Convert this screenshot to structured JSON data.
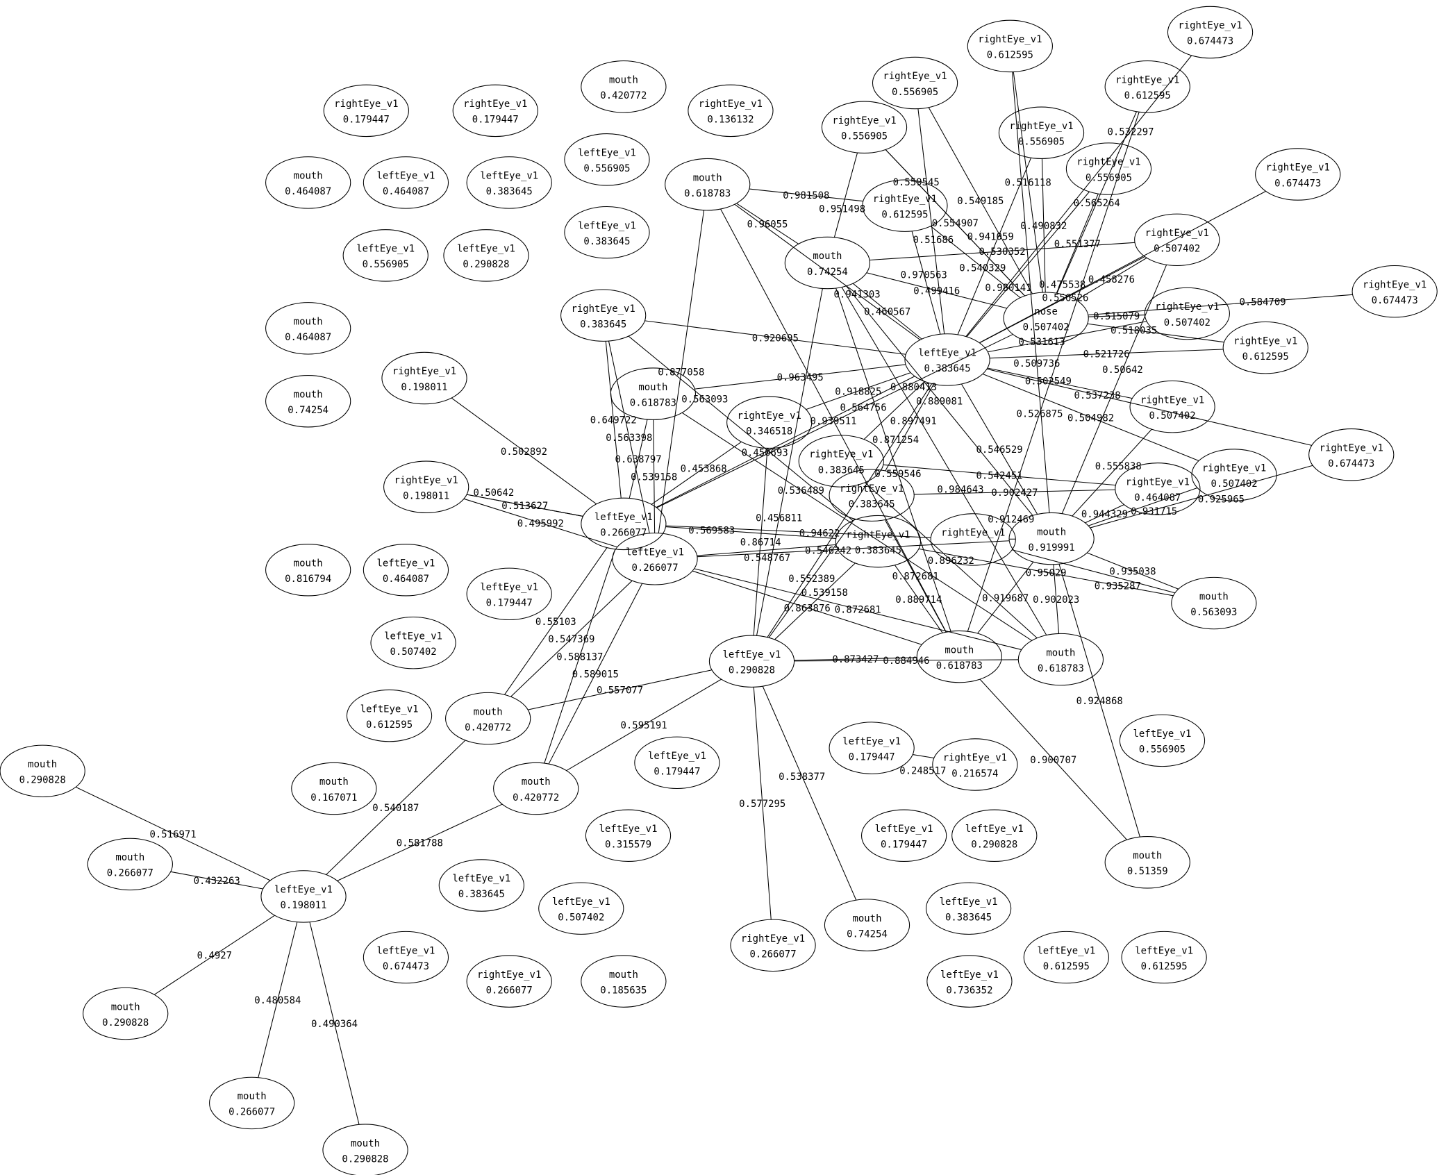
{
  "graph": {
    "colors": {
      "stroke": "#000000",
      "background": "#ffffff",
      "text": "#000000"
    },
    "nodes": [
      {
        "id": 1,
        "label": "rightEye_v1",
        "value": "0.612595"
      },
      {
        "id": 2,
        "label": "rightEye_v1",
        "value": "0.674473"
      },
      {
        "id": 3,
        "label": "rightEye_v1",
        "value": "0.556905"
      },
      {
        "id": 4,
        "label": "rightEye_v1",
        "value": "0.612595"
      },
      {
        "id": 5,
        "label": "mouth",
        "value": "0.420772"
      },
      {
        "id": 6,
        "label": "rightEye_v1",
        "value": "0.179447"
      },
      {
        "id": 7,
        "label": "rightEye_v1",
        "value": "0.179447"
      },
      {
        "id": 8,
        "label": "rightEye_v1",
        "value": "0.136132"
      },
      {
        "id": 9,
        "label": "rightEye_v1",
        "value": "0.556905"
      },
      {
        "id": 10,
        "label": "rightEye_v1",
        "value": "0.556905"
      },
      {
        "id": 11,
        "label": "leftEye_v1",
        "value": "0.556905"
      },
      {
        "id": 12,
        "label": "mouth",
        "value": "0.464087"
      },
      {
        "id": 13,
        "label": "leftEye_v1",
        "value": "0.464087"
      },
      {
        "id": 14,
        "label": "leftEye_v1",
        "value": "0.383645"
      },
      {
        "id": 15,
        "label": "mouth",
        "value": "0.618783"
      },
      {
        "id": 16,
        "label": "rightEye_v1",
        "value": "0.556905"
      },
      {
        "id": 17,
        "label": "rightEye_v1",
        "value": "0.674473"
      },
      {
        "id": 18,
        "label": "rightEye_v1",
        "value": "0.612595"
      },
      {
        "id": 19,
        "label": "leftEye_v1",
        "value": "0.383645"
      },
      {
        "id": 20,
        "label": "leftEye_v1",
        "value": "0.556905"
      },
      {
        "id": 21,
        "label": "leftEye_v1",
        "value": "0.290828"
      },
      {
        "id": 22,
        "label": "rightEye_v1",
        "value": "0.507402"
      },
      {
        "id": 23,
        "label": "mouth",
        "value": "0.74254"
      },
      {
        "id": 24,
        "label": "rightEye_v1",
        "value": "0.674473"
      },
      {
        "id": 25,
        "label": "nose",
        "value": "0.507402"
      },
      {
        "id": 26,
        "label": "rightEye_v1",
        "value": "0.507402"
      },
      {
        "id": 27,
        "label": "rightEye_v1",
        "value": "0.383645"
      },
      {
        "id": 28,
        "label": "mouth",
        "value": "0.464087"
      },
      {
        "id": 29,
        "label": "rightEye_v1",
        "value": "0.612595"
      },
      {
        "id": 30,
        "label": "leftEye_v1",
        "value": "0.383645"
      },
      {
        "id": 31,
        "label": "rightEye_v1",
        "value": "0.198011"
      },
      {
        "id": 32,
        "label": "mouth",
        "value": "0.618783"
      },
      {
        "id": 33,
        "label": "mouth",
        "value": "0.74254"
      },
      {
        "id": 34,
        "label": "rightEye_v1",
        "value": "0.507402"
      },
      {
        "id": 35,
        "label": "rightEye_v1",
        "value": "0.346518"
      },
      {
        "id": 36,
        "label": "rightEye_v1",
        "value": "0.674473"
      },
      {
        "id": 37,
        "label": "rightEye_v1",
        "value": "0.383645"
      },
      {
        "id": 38,
        "label": "rightEye_v1",
        "value": "0.507402"
      },
      {
        "id": 39,
        "label": "rightEye_v1",
        "value": "0.464087"
      },
      {
        "id": 40,
        "label": "rightEye_v1",
        "value": "0.198011"
      },
      {
        "id": 41,
        "label": "rightEye_v1",
        "value": "0.383645"
      },
      {
        "id": 42,
        "label": "leftEye_v1",
        "value": "0.266077"
      },
      {
        "id": 43,
        "label": "mouth",
        "value": "0.919991"
      },
      {
        "id": 44,
        "label": "rightEye_v1",
        "value": "0.383645"
      },
      {
        "id": 45,
        "label": "rightEye_v1",
        "value": ""
      },
      {
        "id": 46,
        "label": "leftEye_v1",
        "value": "0.266077"
      },
      {
        "id": 47,
        "label": "mouth",
        "value": "0.816794"
      },
      {
        "id": 48,
        "label": "leftEye_v1",
        "value": "0.464087"
      },
      {
        "id": 49,
        "label": "leftEye_v1",
        "value": "0.179447"
      },
      {
        "id": 50,
        "label": "mouth",
        "value": "0.563093"
      },
      {
        "id": 51,
        "label": "leftEye_v1",
        "value": "0.507402"
      },
      {
        "id": 52,
        "label": "mouth",
        "value": "0.618783"
      },
      {
        "id": 53,
        "label": "mouth",
        "value": "0.618783"
      },
      {
        "id": 54,
        "label": "leftEye_v1",
        "value": "0.290828"
      },
      {
        "id": 55,
        "label": "leftEye_v1",
        "value": "0.612595"
      },
      {
        "id": 56,
        "label": "mouth",
        "value": "0.420772"
      },
      {
        "id": 57,
        "label": "leftEye_v1",
        "value": "0.556905"
      },
      {
        "id": 58,
        "label": "leftEye_v1",
        "value": "0.179447"
      },
      {
        "id": 59,
        "label": "rightEye_v1",
        "value": "0.216574"
      },
      {
        "id": 60,
        "label": "leftEye_v1",
        "value": "0.179447"
      },
      {
        "id": 61,
        "label": "mouth",
        "value": "0.290828"
      },
      {
        "id": 62,
        "label": "mouth",
        "value": "0.167071"
      },
      {
        "id": 63,
        "label": "mouth",
        "value": "0.420772"
      },
      {
        "id": 64,
        "label": "leftEye_v1",
        "value": "0.315579"
      },
      {
        "id": 65,
        "label": "leftEye_v1",
        "value": "0.179447"
      },
      {
        "id": 66,
        "label": "leftEye_v1",
        "value": "0.290828"
      },
      {
        "id": 67,
        "label": "mouth",
        "value": "0.266077"
      },
      {
        "id": 68,
        "label": "mouth",
        "value": "0.51359"
      },
      {
        "id": 69,
        "label": "leftEye_v1",
        "value": "0.198011"
      },
      {
        "id": 70,
        "label": "leftEye_v1",
        "value": "0.383645"
      },
      {
        "id": 71,
        "label": "leftEye_v1",
        "value": "0.507402"
      },
      {
        "id": 72,
        "label": "leftEye_v1",
        "value": "0.383645"
      },
      {
        "id": 73,
        "label": "mouth",
        "value": "0.74254"
      },
      {
        "id": 74,
        "label": "rightEye_v1",
        "value": "0.266077"
      },
      {
        "id": 75,
        "label": "leftEye_v1",
        "value": "0.674473"
      },
      {
        "id": 76,
        "label": "leftEye_v1",
        "value": "0.612595"
      },
      {
        "id": 77,
        "label": "leftEye_v1",
        "value": "0.612595"
      },
      {
        "id": 78,
        "label": "rightEye_v1",
        "value": "0.266077"
      },
      {
        "id": 79,
        "label": "mouth",
        "value": "0.185635"
      },
      {
        "id": 80,
        "label": "leftEye_v1",
        "value": "0.736352"
      },
      {
        "id": 81,
        "label": "mouth",
        "value": "0.290828"
      },
      {
        "id": 82,
        "label": "mouth",
        "value": "0.266077"
      },
      {
        "id": 83,
        "label": "mouth",
        "value": "0.290828"
      }
    ],
    "edges": [
      [
        69,
        61,
        "0.516971"
      ],
      [
        69,
        67,
        "0.432263"
      ],
      [
        69,
        81,
        "0.4927"
      ],
      [
        69,
        82,
        "0.480584"
      ],
      [
        69,
        83,
        "0.490364"
      ],
      [
        69,
        56,
        "0.540187"
      ],
      [
        69,
        63,
        "0.581788"
      ],
      [
        56,
        42,
        "0.55103"
      ],
      [
        56,
        46,
        "0.547369"
      ],
      [
        56,
        54,
        "0.557077"
      ],
      [
        63,
        42,
        "0.588137"
      ],
      [
        63,
        46,
        "0.589015"
      ],
      [
        63,
        54,
        "0.595191"
      ],
      [
        54,
        74,
        "0.577295"
      ],
      [
        54,
        73,
        "0.538377"
      ],
      [
        54,
        52,
        "0.873427"
      ],
      [
        54,
        53,
        "0.884946"
      ],
      [
        31,
        42,
        "0.502892"
      ],
      [
        40,
        42,
        "0.513627"
      ],
      [
        40,
        46,
        "0.495992"
      ],
      [
        40,
        42,
        "0.50642"
      ],
      [
        58,
        59,
        "0.248517"
      ],
      [
        15,
        23,
        "0.96055"
      ],
      [
        15,
        18,
        "0.981508"
      ],
      [
        15,
        46,
        "0.877058"
      ],
      [
        15,
        30,
        "0.941303"
      ],
      [
        15,
        52,
        "0.939511"
      ],
      [
        27,
        30,
        "0.920695"
      ],
      [
        27,
        42,
        "0.649722"
      ],
      [
        27,
        46,
        "0.563398"
      ],
      [
        27,
        44,
        "0.563093"
      ],
      [
        32,
        42,
        "0.638797"
      ],
      [
        32,
        46,
        "0.539158"
      ],
      [
        32,
        30,
        "0.963495"
      ],
      [
        32,
        53,
        "0.536489"
      ],
      [
        35,
        42,
        "0.453868"
      ],
      [
        35,
        54,
        "0.86714"
      ],
      [
        35,
        30,
        "0.918825"
      ],
      [
        42,
        44,
        "0.569583"
      ],
      [
        42,
        45,
        "0.94622"
      ],
      [
        42,
        25,
        "0.564756"
      ],
      [
        42,
        30,
        "0.450693"
      ],
      [
        46,
        52,
        "0.863876"
      ],
      [
        46,
        53,
        "0.872681"
      ],
      [
        46,
        44,
        "0.548767"
      ],
      [
        46,
        43,
        "0.546242"
      ],
      [
        54,
        41,
        "0.552389"
      ],
      [
        54,
        44,
        "0.539158"
      ],
      [
        54,
        30,
        "0.871254"
      ],
      [
        54,
        23,
        "0.456811"
      ],
      [
        23,
        25,
        "0.499416"
      ],
      [
        23,
        30,
        "0.460567"
      ],
      [
        23,
        22,
        "0.530352"
      ],
      [
        23,
        9,
        "0.951498"
      ],
      [
        23,
        52,
        "0.559546"
      ],
      [
        23,
        43,
        "0.889081"
      ],
      [
        23,
        53,
        "0.984643"
      ],
      [
        25,
        26,
        "0.515079"
      ],
      [
        25,
        29,
        "0.518035"
      ],
      [
        25,
        24,
        "0.584709"
      ],
      [
        25,
        22,
        "0.458276"
      ],
      [
        25,
        16,
        "0.551377"
      ],
      [
        25,
        4,
        "0.565264"
      ],
      [
        25,
        10,
        "0.490832"
      ],
      [
        25,
        1,
        "0.516118"
      ],
      [
        25,
        3,
        "0.549185"
      ],
      [
        25,
        9,
        "0.554907"
      ],
      [
        30,
        36,
        "0.537238"
      ],
      [
        30,
        34,
        "0.502549"
      ],
      [
        30,
        38,
        "0.504982"
      ],
      [
        30,
        2,
        "0.532297"
      ],
      [
        30,
        17,
        "0.556526"
      ],
      [
        22,
        30,
        "0.475538"
      ],
      [
        22,
        43,
        "0.50642"
      ],
      [
        30,
        26,
        "0.531613"
      ],
      [
        30,
        29,
        "0.521726"
      ],
      [
        43,
        50,
        "0.935038"
      ],
      [
        43,
        39,
        "0.944329"
      ],
      [
        43,
        38,
        "0.931715"
      ],
      [
        43,
        30,
        "0.546529"
      ],
      [
        43,
        52,
        "0.919687"
      ],
      [
        43,
        53,
        "0.902023"
      ],
      [
        43,
        68,
        "0.924868"
      ],
      [
        52,
        68,
        "0.900707"
      ],
      [
        44,
        52,
        "0.889714"
      ],
      [
        44,
        50,
        "0.95029"
      ],
      [
        41,
        39,
        "0.902427"
      ],
      [
        37,
        39,
        "0.542451"
      ],
      [
        45,
        43,
        "0.912469"
      ],
      [
        41,
        30,
        "0.897491"
      ],
      [
        37,
        30,
        "0.880413"
      ],
      [
        18,
        30,
        "0.970563"
      ],
      [
        18,
        25,
        "0.540329"
      ],
      [
        9,
        25,
        "0.559545"
      ],
      [
        3,
        30,
        "0.51686"
      ],
      [
        10,
        30,
        "0.941059"
      ],
      [
        16,
        30,
        "0.980141"
      ],
      [
        34,
        43,
        "0.555838"
      ],
      [
        37,
        53,
        "0.896232"
      ],
      [
        41,
        52,
        "0.872681"
      ],
      [
        45,
        50,
        "0.935287"
      ],
      [
        36,
        43,
        "0.925965"
      ],
      [
        1,
        43,
        "0.509736"
      ],
      [
        4,
        52,
        "0.526875"
      ]
    ]
  }
}
